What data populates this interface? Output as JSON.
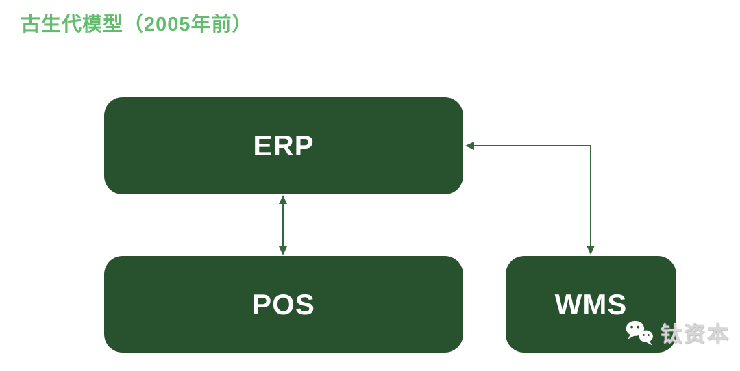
{
  "title": "古生代模型（2005年前）",
  "diagram": {
    "nodes": [
      {
        "id": "erp",
        "label": "ERP"
      },
      {
        "id": "pos",
        "label": "POS"
      },
      {
        "id": "wms",
        "label": "WMS"
      }
    ],
    "edges": [
      {
        "between": [
          "ERP",
          "POS"
        ],
        "type": "straight-vertical",
        "arrowheads": [
          "into-ERP-bottom",
          "into-POS-top"
        ]
      },
      {
        "between": [
          "WMS",
          "ERP"
        ],
        "type": "elbow",
        "arrowheads": [
          "into-ERP-right-edge",
          "into-WMS-top-edge"
        ]
      }
    ]
  },
  "watermark": {
    "icon": "wechat-icon",
    "text": "钛资本"
  },
  "colors": {
    "title-green": "#61bd6d",
    "box-green": "#28522d",
    "box-text": "#ffffff",
    "arrow-green": "#35663e",
    "watermark-gray": "#d6d6d6"
  }
}
